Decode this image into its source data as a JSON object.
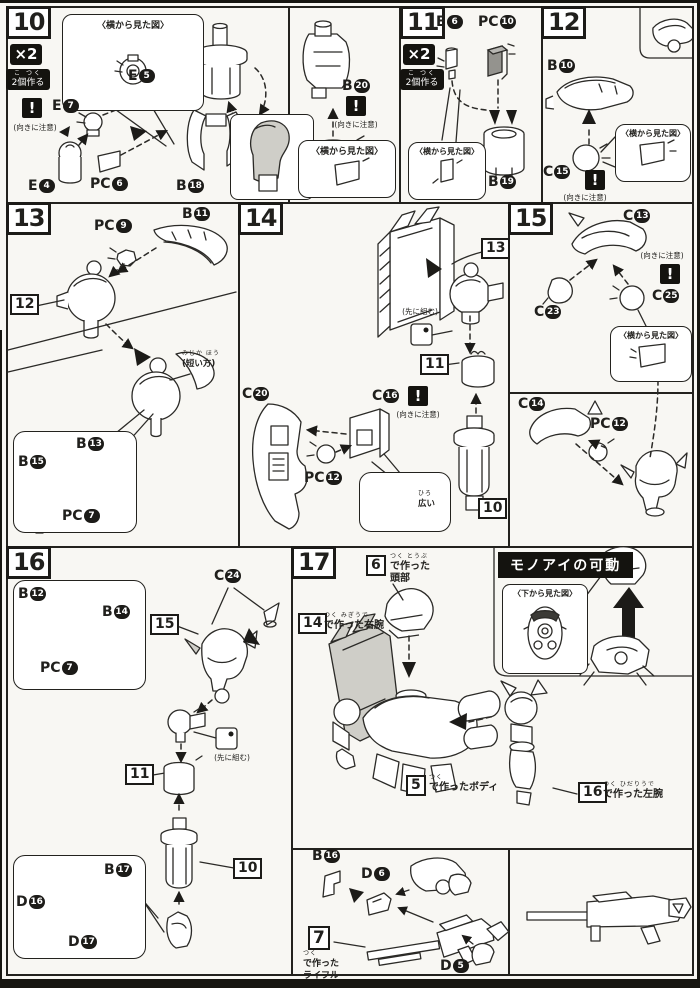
{
  "page_bg": "#f8f7f3",
  "ink": "#23221e",
  "labels": {
    "x2": "×2",
    "make_two": "2個作る",
    "make_two_furi": "こ つく",
    "caution": "!",
    "caution_note": "(向きに注意)",
    "side_view": "〈横から見た図〉",
    "bottom_view": "〈下から見た図〉",
    "pre_assemble": "(先に組む)",
    "short_side": "(短い方)",
    "short_furi": "みじか ほう",
    "wide": "広い",
    "wide_furi": "ひろ"
  },
  "steps": {
    "s10": {
      "num": "10"
    },
    "s11": {
      "num": "11"
    },
    "s12": {
      "num": "12"
    },
    "s13": {
      "num": "13"
    },
    "s14": {
      "num": "14"
    },
    "s15": {
      "num": "15"
    },
    "s16": {
      "num": "16"
    },
    "s17": {
      "num": "17"
    }
  },
  "refs": {
    "r5": "5",
    "r6": "6",
    "r7": "7",
    "r10": "10",
    "r11": "11",
    "r12": "12",
    "r13": "13",
    "r14": "14",
    "r15": "15",
    "r16": "16"
  },
  "parts": {
    "E4": {
      "l": "E",
      "n": "4"
    },
    "E5": {
      "l": "E",
      "n": "5"
    },
    "E6": {
      "l": "E",
      "n": "6"
    },
    "E7": {
      "l": "E",
      "n": "7"
    },
    "PC6": {
      "l": "PC",
      "n": "6"
    },
    "PC7": {
      "l": "PC",
      "n": "7"
    },
    "PC9": {
      "l": "PC",
      "n": "9"
    },
    "PC10": {
      "l": "PC",
      "n": "10"
    },
    "PC12": {
      "l": "PC",
      "n": "12"
    },
    "B10": {
      "l": "B",
      "n": "10"
    },
    "B11": {
      "l": "B",
      "n": "11"
    },
    "B12": {
      "l": "B",
      "n": "12"
    },
    "B13": {
      "l": "B",
      "n": "13"
    },
    "B14": {
      "l": "B",
      "n": "14"
    },
    "B15": {
      "l": "B",
      "n": "15"
    },
    "B16": {
      "l": "B",
      "n": "16"
    },
    "B17": {
      "l": "B",
      "n": "17"
    },
    "B18": {
      "l": "B",
      "n": "18"
    },
    "B19": {
      "l": "B",
      "n": "19"
    },
    "B20": {
      "l": "B",
      "n": "20"
    },
    "C13": {
      "l": "C",
      "n": "13"
    },
    "C14": {
      "l": "C",
      "n": "14"
    },
    "C15": {
      "l": "C",
      "n": "15"
    },
    "C16": {
      "l": "C",
      "n": "16"
    },
    "C20": {
      "l": "C",
      "n": "20"
    },
    "C23": {
      "l": "C",
      "n": "23"
    },
    "C24": {
      "l": "C",
      "n": "24"
    },
    "C25": {
      "l": "C",
      "n": "25"
    },
    "D5": {
      "l": "D",
      "n": "5"
    },
    "D6": {
      "l": "D",
      "n": "6"
    },
    "D16": {
      "l": "D",
      "n": "16"
    },
    "D17": {
      "l": "D",
      "n": "17"
    }
  },
  "captions": {
    "monoeye": "モノアイの可動",
    "head": {
      "furi": "つく とうぶ",
      "text": "で作った頭部"
    },
    "right_arm": {
      "furi": "つく みぎうで",
      "text": "で作った右腕"
    },
    "body": {
      "furi": "つく",
      "text": "で作ったボディ"
    },
    "left_arm": {
      "furi": "つく ひだりうで",
      "text": "で作った左腕"
    },
    "rifle": {
      "furi": "つく",
      "l1": "で作った",
      "l2": "ライフル"
    }
  }
}
